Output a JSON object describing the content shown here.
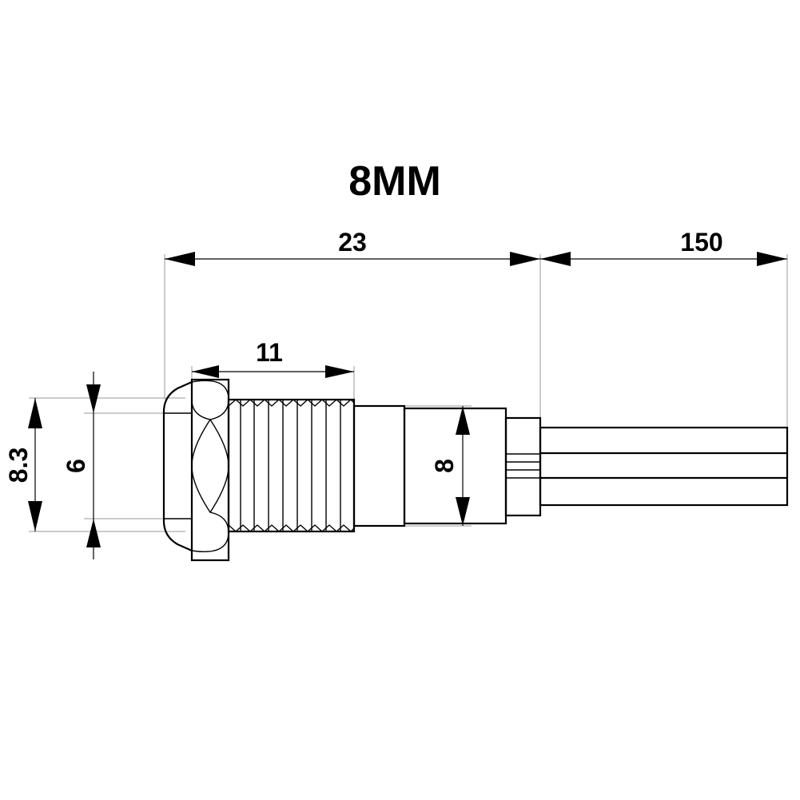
{
  "drawing": {
    "title": "8MM",
    "dimensions": {
      "overall_length": "23",
      "thread_length": "11",
      "cable_length": "150",
      "head_diameter": "8.3",
      "bezel_diameter": "6",
      "body_diameter": "8"
    }
  }
}
